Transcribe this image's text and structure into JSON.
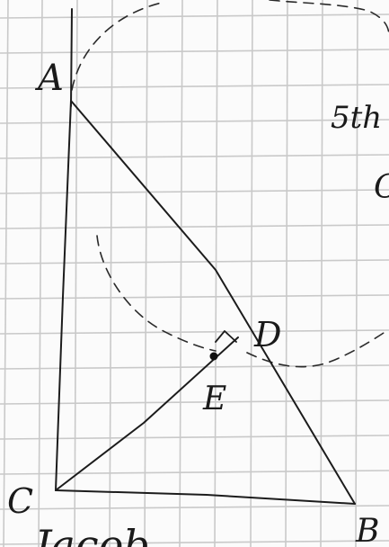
{
  "diagram": {
    "points": {
      "A": "A",
      "B": "B",
      "C": "C",
      "D": "D",
      "E": "E"
    },
    "margin_note_1": "5th",
    "margin_note_2": "C",
    "bottom_scribble": "Jacob..",
    "colors": {
      "ink": "#1c1c1c",
      "grid": "#c9c9c9",
      "paper": "#fbfbfb"
    }
  }
}
